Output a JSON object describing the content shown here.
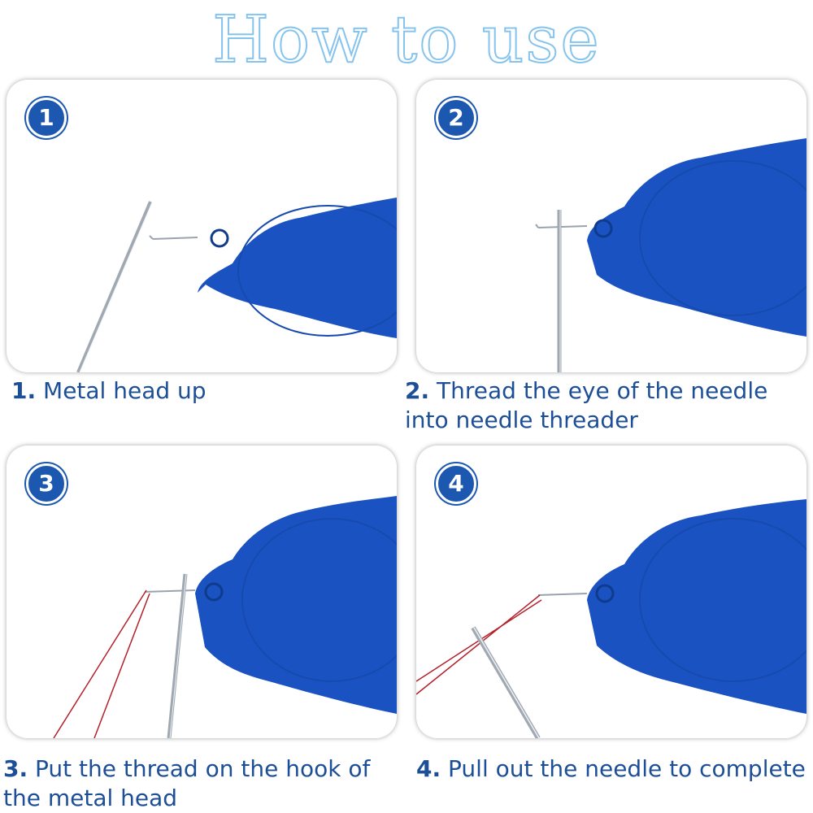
{
  "title": "How to use",
  "colors": {
    "threader_blue": "#1a52c2",
    "title_outline": "#86c4ee",
    "badge_blue": "#1c57b0",
    "caption_blue": "#1d4f97",
    "thread_red": "#b3202a"
  },
  "steps": [
    {
      "badge": "1",
      "num": "1.",
      "text": "Metal head up"
    },
    {
      "badge": "2",
      "num": "2.",
      "text": "Thread the eye of the needle into needle threader"
    },
    {
      "badge": "3",
      "num": "3.",
      "text": "Put the thread on the hook of the metal head"
    },
    {
      "badge": "4",
      "num": "4.",
      "text": "Pull out the needle to complete"
    }
  ]
}
